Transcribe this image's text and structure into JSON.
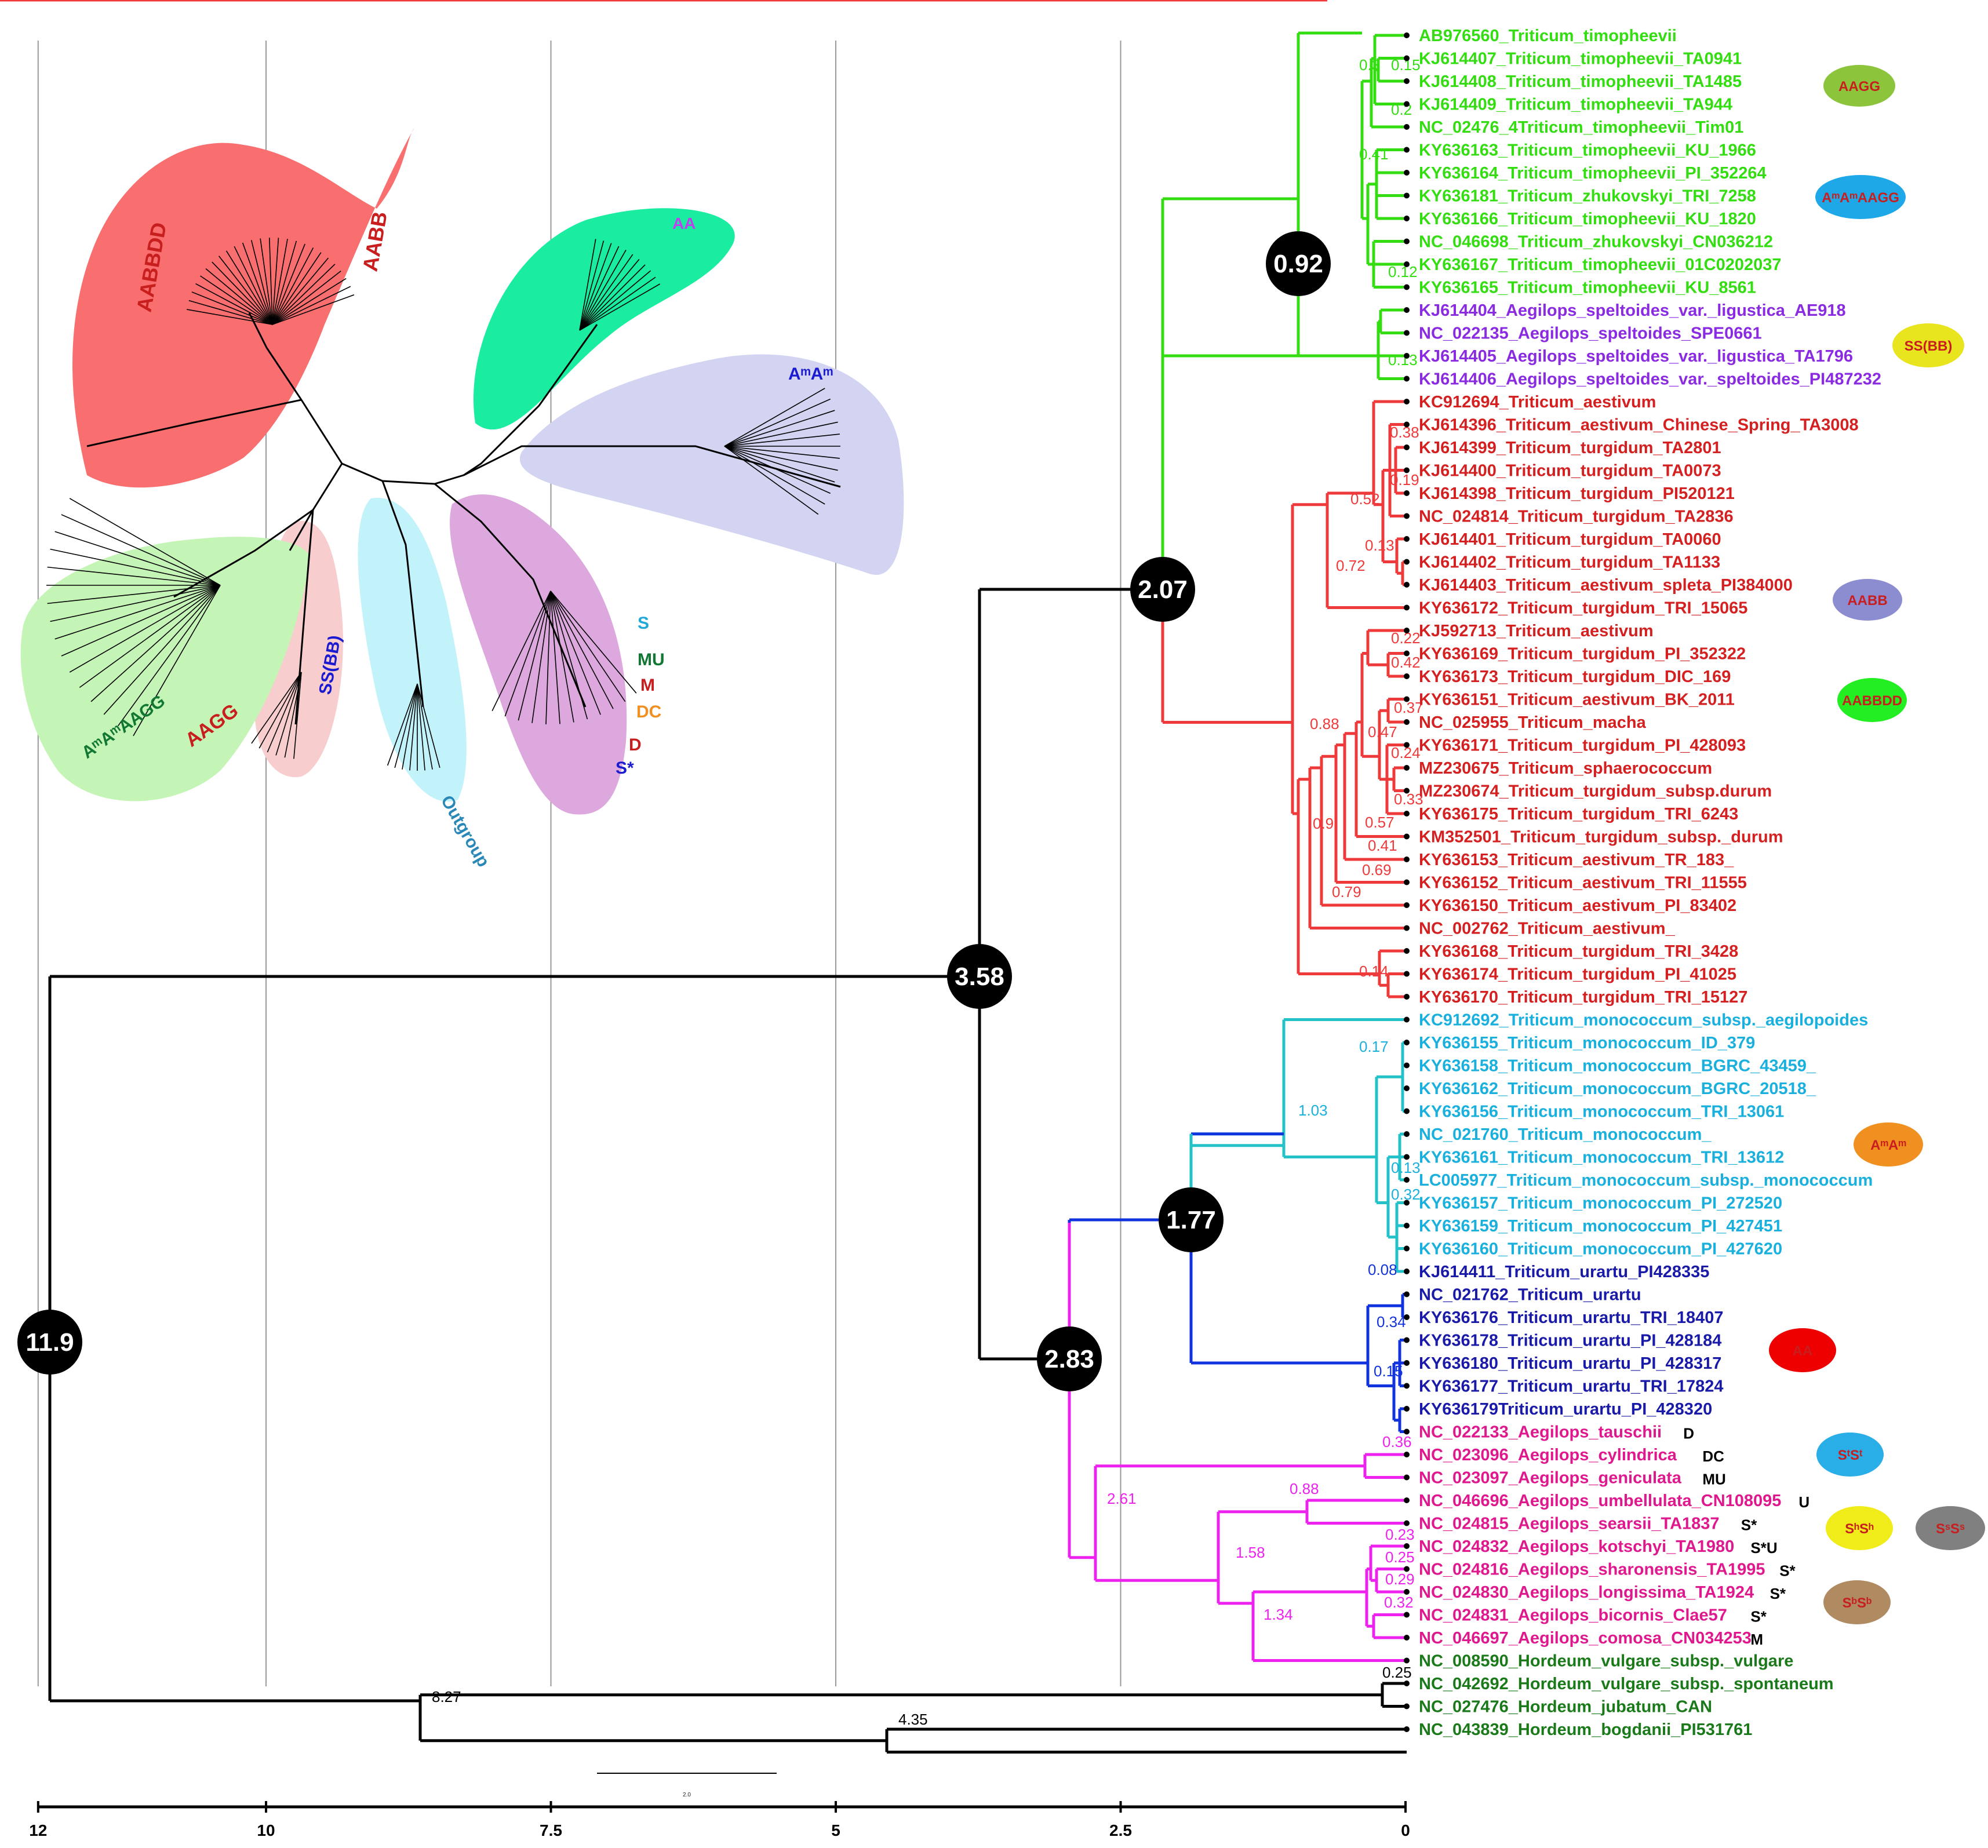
{
  "colors": {
    "green": "#33dd11",
    "purple": "#8a2be2",
    "red": "#d42020",
    "red_branch": "#ee3a3a",
    "cyan": "#1ab0dd",
    "cyan_branch": "#22c2c8",
    "blue": "#1a1aa8",
    "blue_branch": "#1133dd",
    "magenta": "#e0188e",
    "magenta_branch": "#ee22ee",
    "dkgreen": "#1a7a1a",
    "black": "#000000"
  },
  "axis": {
    "ticks": [
      "12",
      "10",
      "7.5",
      "5",
      "2.5",
      "0"
    ]
  },
  "scale_bar": {
    "label": "2.0"
  },
  "nodes": [
    {
      "id": "root",
      "label": "11.9"
    },
    {
      "id": "n358",
      "label": "3.58"
    },
    {
      "id": "n207",
      "label": "2.07"
    },
    {
      "id": "n092",
      "label": "0.92"
    },
    {
      "id": "n283",
      "label": "2.83"
    },
    {
      "id": "n177",
      "label": "1.77"
    }
  ],
  "branch_labels": [
    {
      "text": "0.3",
      "color": "#33dd11"
    },
    {
      "text": "0.15",
      "color": "#33dd11"
    },
    {
      "text": "0.2",
      "color": "#33dd11"
    },
    {
      "text": "0.41",
      "color": "#33dd11"
    },
    {
      "text": "0.12",
      "color": "#33dd11"
    },
    {
      "text": "0.13",
      "color": "#33dd11"
    },
    {
      "text": "0.38",
      "color": "#ee3a3a"
    },
    {
      "text": "0.19",
      "color": "#ee3a3a"
    },
    {
      "text": "0.52",
      "color": "#ee3a3a"
    },
    {
      "text": "0.13",
      "color": "#ee3a3a"
    },
    {
      "text": "0.72",
      "color": "#ee3a3a"
    },
    {
      "text": "0.22",
      "color": "#ee3a3a"
    },
    {
      "text": "0.42",
      "color": "#ee3a3a"
    },
    {
      "text": "0.37",
      "color": "#ee3a3a"
    },
    {
      "text": "0.88",
      "color": "#ee3a3a"
    },
    {
      "text": "0.47",
      "color": "#ee3a3a"
    },
    {
      "text": "0.24",
      "color": "#ee3a3a"
    },
    {
      "text": "0.33",
      "color": "#ee3a3a"
    },
    {
      "text": "0.9",
      "color": "#ee3a3a"
    },
    {
      "text": "0.57",
      "color": "#ee3a3a"
    },
    {
      "text": "0.41",
      "color": "#ee3a3a"
    },
    {
      "text": "0.69",
      "color": "#ee3a3a"
    },
    {
      "text": "0.79",
      "color": "#ee3a3a"
    },
    {
      "text": "0.14",
      "color": "#ee3a3a"
    },
    {
      "text": "0.17",
      "color": "#1ab0dd"
    },
    {
      "text": "1.03",
      "color": "#1ab0dd"
    },
    {
      "text": "0.13",
      "color": "#1ab0dd"
    },
    {
      "text": "0.32",
      "color": "#1ab0dd"
    },
    {
      "text": "0.08",
      "color": "#1133dd"
    },
    {
      "text": "0.34",
      "color": "#1133dd"
    },
    {
      "text": "0.15",
      "color": "#1133dd"
    },
    {
      "text": "0.36",
      "color": "#ee22ee"
    },
    {
      "text": "2.61",
      "color": "#ee22ee"
    },
    {
      "text": "0.88",
      "color": "#ee22ee"
    },
    {
      "text": "1.58",
      "color": "#ee22ee"
    },
    {
      "text": "0.23",
      "color": "#ee22ee"
    },
    {
      "text": "0.25",
      "color": "#ee22ee"
    },
    {
      "text": "0.29",
      "color": "#ee22ee"
    },
    {
      "text": "0.32",
      "color": "#ee22ee"
    },
    {
      "text": "1.34",
      "color": "#ee22ee"
    },
    {
      "text": "0.25",
      "color": "#000000"
    },
    {
      "text": "8.27",
      "color": "#000000"
    },
    {
      "text": "4.35",
      "color": "#000000"
    }
  ],
  "taxa": [
    {
      "name": "AB976560_Triticum_timopheevii",
      "color": "#33dd11"
    },
    {
      "name": "KJ614407_Triticum_timopheevii_TA0941",
      "color": "#33dd11"
    },
    {
      "name": "KJ614408_Triticum_timopheevii_TA1485",
      "color": "#33dd11"
    },
    {
      "name": "KJ614409_Triticum_timopheevii_TA944",
      "color": "#33dd11"
    },
    {
      "name": "NC_02476_4Triticum_timopheevii_Tim01",
      "color": "#33dd11"
    },
    {
      "name": "KY636163_Triticum_timopheevii_KU_1966",
      "color": "#33dd11"
    },
    {
      "name": "KY636164_Triticum_timopheevii_PI_352264",
      "color": "#33dd11"
    },
    {
      "name": "KY636181_Triticum_zhukovskyi_TRI_7258",
      "color": "#33dd11"
    },
    {
      "name": "KY636166_Triticum_timopheevii_KU_1820",
      "color": "#33dd11"
    },
    {
      "name": "NC_046698_Triticum_zhukovskyi_CN036212",
      "color": "#33dd11"
    },
    {
      "name": "KY636167_Triticum_timopheevii_01C0202037",
      "color": "#33dd11"
    },
    {
      "name": "KY636165_Triticum_timopheevii_KU_8561",
      "color": "#33dd11"
    },
    {
      "name": "KJ614404_Aegilops_speltoides_var._ligustica_AE918",
      "color": "#8a2be2"
    },
    {
      "name": "NC_022135_Aegilops_speltoides_SPE0661",
      "color": "#8a2be2"
    },
    {
      "name": "KJ614405_Aegilops_speltoides_var._ligustica_TA1796",
      "color": "#8a2be2"
    },
    {
      "name": "KJ614406_Aegilops_speltoides_var._speltoides_PI487232",
      "color": "#8a2be2"
    },
    {
      "name": "KC912694_Triticum_aestivum",
      "color": "#d42020"
    },
    {
      "name": "KJ614396_Triticum_aestivum_Chinese_Spring_TA3008",
      "color": "#d42020"
    },
    {
      "name": "KJ614399_Triticum_turgidum_TA2801",
      "color": "#d42020"
    },
    {
      "name": "KJ614400_Triticum_turgidum_TA0073",
      "color": "#d42020"
    },
    {
      "name": "KJ614398_Triticum_turgidum_PI520121",
      "color": "#d42020"
    },
    {
      "name": "NC_024814_Triticum_turgidum_TA2836",
      "color": "#d42020"
    },
    {
      "name": "KJ614401_Triticum_turgidum_TA0060",
      "color": "#d42020"
    },
    {
      "name": "KJ614402_Triticum_turgidum_TA1133",
      "color": "#d42020"
    },
    {
      "name": "KJ614403_Triticum_aestivum_spleta_PI384000",
      "color": "#d42020"
    },
    {
      "name": "KY636172_Triticum_turgidum_TRI_15065",
      "color": "#d42020"
    },
    {
      "name": "KJ592713_Triticum_aestivum",
      "color": "#d42020"
    },
    {
      "name": "KY636169_Triticum_turgidum_PI_352322",
      "color": "#d42020"
    },
    {
      "name": "KY636173_Triticum_turgidum_DIC_169",
      "color": "#d42020"
    },
    {
      "name": "KY636151_Triticum_aestivum_BK_2011",
      "color": "#d42020"
    },
    {
      "name": "NC_025955_Triticum_macha",
      "color": "#d42020"
    },
    {
      "name": "KY636171_Triticum_turgidum_PI_428093",
      "color": "#d42020"
    },
    {
      "name": "MZ230675_Triticum_sphaerococcum",
      "color": "#d42020"
    },
    {
      "name": "MZ230674_Triticum_turgidum_subsp.durum",
      "color": "#d42020"
    },
    {
      "name": "KY636175_Triticum_turgidum_TRI_6243",
      "color": "#d42020"
    },
    {
      "name": "KM352501_Triticum_turgidum_subsp._durum",
      "color": "#d42020"
    },
    {
      "name": "KY636153_Triticum_aestivum_TR_183_",
      "color": "#d42020"
    },
    {
      "name": "KY636152_Triticum_aestivum_TRI_11555",
      "color": "#d42020"
    },
    {
      "name": "KY636150_Triticum_aestivum_PI_83402",
      "color": "#d42020"
    },
    {
      "name": "NC_002762_Triticum_aestivum_",
      "color": "#d42020"
    },
    {
      "name": "KY636168_Triticum_turgidum_TRI_3428",
      "color": "#d42020"
    },
    {
      "name": "KY636174_Triticum_turgidum_PI_41025",
      "color": "#d42020"
    },
    {
      "name": "KY636170_Triticum_turgidum_TRI_15127",
      "color": "#d42020"
    },
    {
      "name": "KC912692_Triticum_monococcum_subsp._aegilopoides",
      "color": "#1ab0dd"
    },
    {
      "name": "KY636155_Triticum_monococcum_ID_379",
      "color": "#1ab0dd"
    },
    {
      "name": "KY636158_Triticum_monococcum_BGRC_43459_",
      "color": "#1ab0dd"
    },
    {
      "name": "KY636162_Triticum_monococcum_BGRC_20518_",
      "color": "#1ab0dd"
    },
    {
      "name": "KY636156_Triticum_monococcum_TRI_13061",
      "color": "#1ab0dd"
    },
    {
      "name": "NC_021760_Triticum_monococcum_",
      "color": "#1ab0dd"
    },
    {
      "name": "KY636161_Triticum_monococcum_TRI_13612",
      "color": "#1ab0dd"
    },
    {
      "name": "LC005977_Triticum_monococcum_subsp._monococcum",
      "color": "#1ab0dd"
    },
    {
      "name": "KY636157_Triticum_monococcum_PI_272520",
      "color": "#1ab0dd"
    },
    {
      "name": "KY636159_Triticum_monococcum_PI_427451",
      "color": "#1ab0dd"
    },
    {
      "name": "KY636160_Triticum_monococcum_PI_427620",
      "color": "#1ab0dd"
    },
    {
      "name": "KJ614411_Triticum_urartu_PI428335",
      "color": "#1a1aa8"
    },
    {
      "name": "NC_021762_Triticum_urartu",
      "color": "#1a1aa8"
    },
    {
      "name": "KY636176_Triticum_urartu_TRI_18407",
      "color": "#1a1aa8"
    },
    {
      "name": "KY636178_Triticum_urartu_PI_428184",
      "color": "#1a1aa8"
    },
    {
      "name": "KY636180_Triticum_urartu_PI_428317",
      "color": "#1a1aa8"
    },
    {
      "name": "KY636177_Triticum_urartu_TRI_17824",
      "color": "#1a1aa8"
    },
    {
      "name": "KY636179Triticum_urartu_PI_428320",
      "color": "#1a1aa8"
    },
    {
      "name": "NC_022133_Aegilops_tauschii",
      "color": "#e0188e",
      "tag": "D"
    },
    {
      "name": "NC_023096_Aegilops_cylindrica",
      "color": "#e0188e",
      "tag": "DC"
    },
    {
      "name": "NC_023097_Aegilops_geniculata",
      "color": "#e0188e",
      "tag": "MU"
    },
    {
      "name": "NC_046696_Aegilops_umbellulata_CN108095",
      "color": "#e0188e",
      "tag": "U"
    },
    {
      "name": "NC_024815_Aegilops_searsii_TA1837",
      "color": "#e0188e",
      "tag": "S*"
    },
    {
      "name": "NC_024832_Aegilops_kotschyi_TA1980",
      "color": "#e0188e",
      "tag": "S*U"
    },
    {
      "name": "NC_024816_Aegilops_sharonensis_TA1995",
      "color": "#e0188e",
      "tag": "S*"
    },
    {
      "name": "NC_024830_Aegilops_longissima_TA1924",
      "color": "#e0188e",
      "tag": "S*"
    },
    {
      "name": "NC_024831_Aegilops_bicornis_Clae57",
      "color": "#e0188e",
      "tag": "S*"
    },
    {
      "name": "NC_046697_Aegilops_comosa_CN034253",
      "color": "#e0188e",
      "tag": "M"
    },
    {
      "name": "NC_008590_Hordeum_vulgare_subsp._vulgare",
      "color": "#1a7a1a"
    },
    {
      "name": "NC_042692_Hordeum_vulgare_subsp._spontaneum",
      "color": "#1a7a1a"
    },
    {
      "name": "NC_027476_Hordeum_jubatum_CAN",
      "color": "#1a7a1a"
    },
    {
      "name": "NC_043839_Hordeum_bogdanii_PI531761",
      "color": "#1a7a1a"
    }
  ],
  "genome_badges": [
    {
      "id": "aagg",
      "label": "AAGG",
      "fill": "#8cc43c"
    },
    {
      "id": "amamaagg",
      "label": "AᵐAᵐAAGG",
      "fill": "#1ea8e8"
    },
    {
      "id": "ssbb",
      "label": "SS(BB)",
      "fill": "#e8e41e"
    },
    {
      "id": "aabb",
      "label": "AABB",
      "fill": "#8c8cd0"
    },
    {
      "id": "aabbdd",
      "label": "AABBDD",
      "fill": "#22ee22"
    },
    {
      "id": "amam",
      "label": "AᵐAᵐ",
      "fill": "#f09020"
    },
    {
      "id": "aa",
      "label": "AA",
      "fill": "#ee0000"
    },
    {
      "id": "stst",
      "label": "SᵗSᵗ",
      "fill": "#2aaee8"
    },
    {
      "id": "shsh",
      "label": "SʰSʰ",
      "fill": "#f0ec1a"
    },
    {
      "id": "sssa",
      "label": "SˢSˢ",
      "fill": "#808080"
    },
    {
      "id": "sbsb",
      "label": "SᵇSᵇ",
      "fill": "#b08a60"
    }
  ],
  "unrooted": {
    "groups": [
      {
        "id": "aabbdd_aabb",
        "labels": [
          "AABBDD",
          "AABB"
        ]
      },
      {
        "id": "aa",
        "labels": [
          "AA"
        ]
      },
      {
        "id": "amam",
        "labels": [
          "AᵐAᵐ"
        ]
      },
      {
        "id": "aegilops",
        "labels": [
          "S",
          "MU",
          "M",
          "DC",
          "D",
          "S*"
        ]
      },
      {
        "id": "outgroup",
        "labels": [
          "Outgroup"
        ]
      },
      {
        "id": "ssbb",
        "labels": [
          "SS(BB)"
        ]
      },
      {
        "id": "timo",
        "labels": [
          "AᵐAᵐAAGG",
          "AAGG"
        ]
      }
    ]
  }
}
